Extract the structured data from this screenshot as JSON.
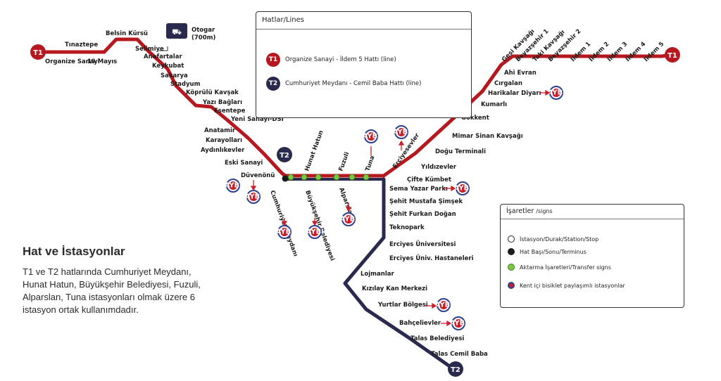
{
  "colors": {
    "t1": "#b5191f",
    "t2": "#2a2a4e",
    "transfer": "#7ac943",
    "bike_blue": "#2f3f8f"
  },
  "lines_box": {
    "title": "Hatlar/Lines",
    "t1": {
      "code": "T1",
      "name": "Organize Sanayi - İldem 5 Hattı (line)"
    },
    "t2": {
      "code": "T2",
      "name": "Cumhuriyet Meydanı - Cemil Baba Hattı (line)"
    }
  },
  "signs_box": {
    "title": "İşaretler",
    "title_suffix": "/signs",
    "items": [
      {
        "icon": "station-icon",
        "label": "İstasyon/Durak/Station/Stop"
      },
      {
        "icon": "terminus-icon",
        "label": "Hat Başı/Sonu/Terminus"
      },
      {
        "icon": "transfer-icon",
        "label": "Aktarma İşaretleri/Transfer signs"
      },
      {
        "icon": "bike-share-icon",
        "label": "Kent içi bisiklet paylaşımlı istasyonlar"
      }
    ]
  },
  "info": {
    "heading": "Hat ve İstasyonlar",
    "text": "T1 ve T2 hatlarında Cumhuriyet Meydanı,\nHunat Hatun, Büyükşehir Belediyesi, Fuzuli,\nAlparslan, Tuna istasyonları olmak üzere 6\nistasyon ortak kullanımdadır."
  },
  "otogar": {
    "name": "Otogar",
    "distance": "(700m)",
    "icon": "bus-icon"
  },
  "terminals": {
    "t1_left": "T1",
    "t1_right": "T1",
    "t2_top": "T2",
    "t2_bottom": "T2"
  },
  "bike_logo_text": "KAYBIS",
  "stations": {
    "t1_west": [
      "Organize Sanayi",
      "Tınaztepe",
      "19 Mayıs",
      "Belsin Kürsü",
      "Selimiye",
      "Anafartalar",
      "Keykubat",
      "Sakarya",
      "Stadyum",
      "Köprülü Kavşak",
      "Yazı Bağları",
      "Esentepe",
      "Yeni Sanayi-DSİ",
      "Anatamir",
      "Karayolları",
      "Aydınlıkevler",
      "Eski Sanayi",
      "Düvenönü"
    ],
    "shared": [
      "Cumhuriyet Meydanı",
      "Hunat Hatun",
      "Büyükşehir Belediyesi",
      "Fuzuli",
      "Alparslan",
      "Tuna"
    ],
    "t1_east": [
      "Erciyesevler",
      "Çifte Kümbet",
      "Yıldızevler",
      "Doğu Terminali",
      "Mimar Sinan Kavşağı",
      "Gökkent",
      "Kumarlı",
      "Harikalar Diyarı",
      "Cırgalan",
      "Ahi Evran",
      "Gesi Kavşağı",
      "Beyazşehir 1",
      "Toki Kavşağı",
      "Beyazşehir 2",
      "İldem 1",
      "İldem 2",
      "İldem 3",
      "İldem 4",
      "İldem 5"
    ],
    "t2": [
      "Sema Yazar Parkı",
      "Şehit Mustafa Şimşek",
      "Şehit Furkan Doğan",
      "Teknopark",
      "Erciyes Üniversitesi",
      "Erciyes Üniv. Hastaneleri",
      "Lojmanlar",
      "Kızılay Kan Merkezi",
      "Yurtlar Bölgesi",
      "Bahçelievler",
      "Talas Belediyesi",
      "Talas Cemil Baba"
    ]
  }
}
